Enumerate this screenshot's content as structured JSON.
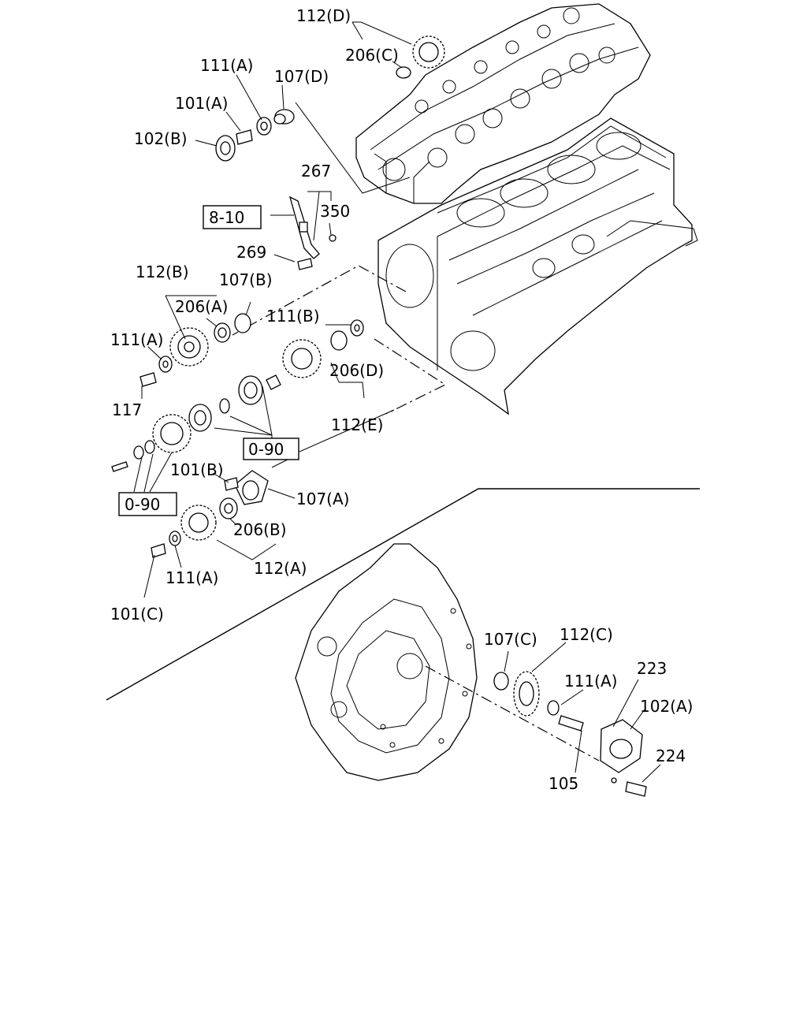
{
  "labels": {
    "l_112D": "112(D)",
    "l_206C": "206(C)",
    "l_111A_top": "111(A)",
    "l_107D": "107(D)",
    "l_101A": "101(A)",
    "l_102B": "102(B)",
    "l_267": "267",
    "l_350": "350",
    "l_269": "269",
    "l_112B": "112(B)",
    "l_206A": "206(A)",
    "l_107B": "107(B)",
    "l_111B": "111(B)",
    "l_111A_mid": "111(A)",
    "l_117": "117",
    "l_206D": "206(D)",
    "l_112E": "112(E)",
    "l_101B": "101(B)",
    "l_107A": "107(A)",
    "l_206B": "206(B)",
    "l_112A": "112(A)",
    "l_111A_low": "111(A)",
    "l_101C": "101(C)",
    "l_107C": "107(C)",
    "l_112C": "112(C)",
    "l_111A_right": "111(A)",
    "l_223": "223",
    "l_102A": "102(A)",
    "l_224": "224",
    "l_105": "105"
  },
  "refs": {
    "r_810": "8-10",
    "r_090a": "0-90",
    "r_090b": "0-90"
  }
}
